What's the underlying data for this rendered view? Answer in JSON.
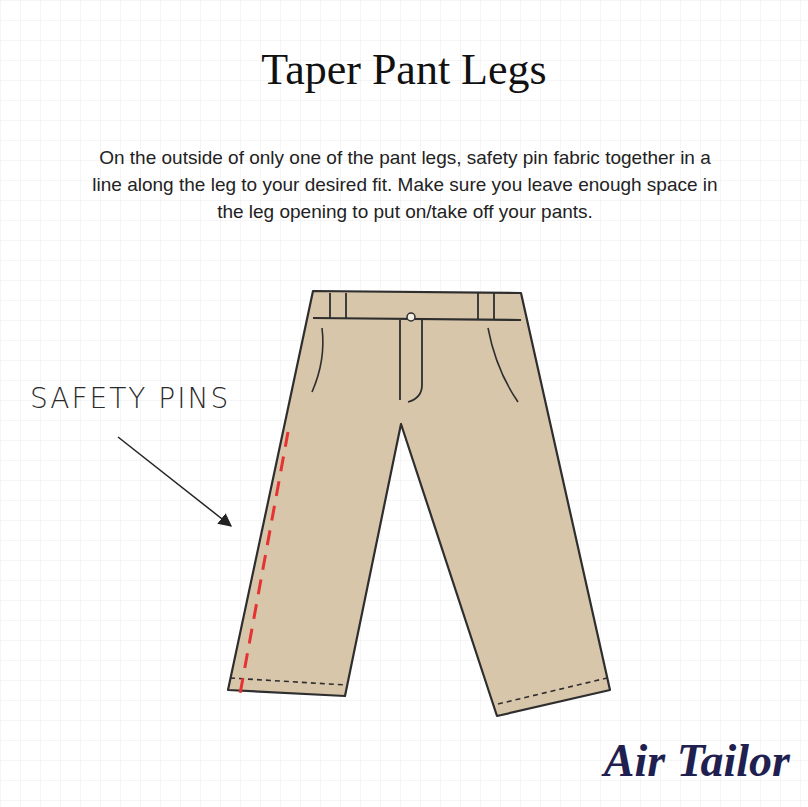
{
  "diagram": {
    "title": "Taper Pant Legs",
    "labels": [
      "On the outside of only one of the pant legs, safety pin fabric together in a line along the leg to your desired fit. Make sure you leave enough space in the leg opening to put on/take off your pants.",
      "SAFETY PINS",
      "Air Tailor"
    ]
  }
}
